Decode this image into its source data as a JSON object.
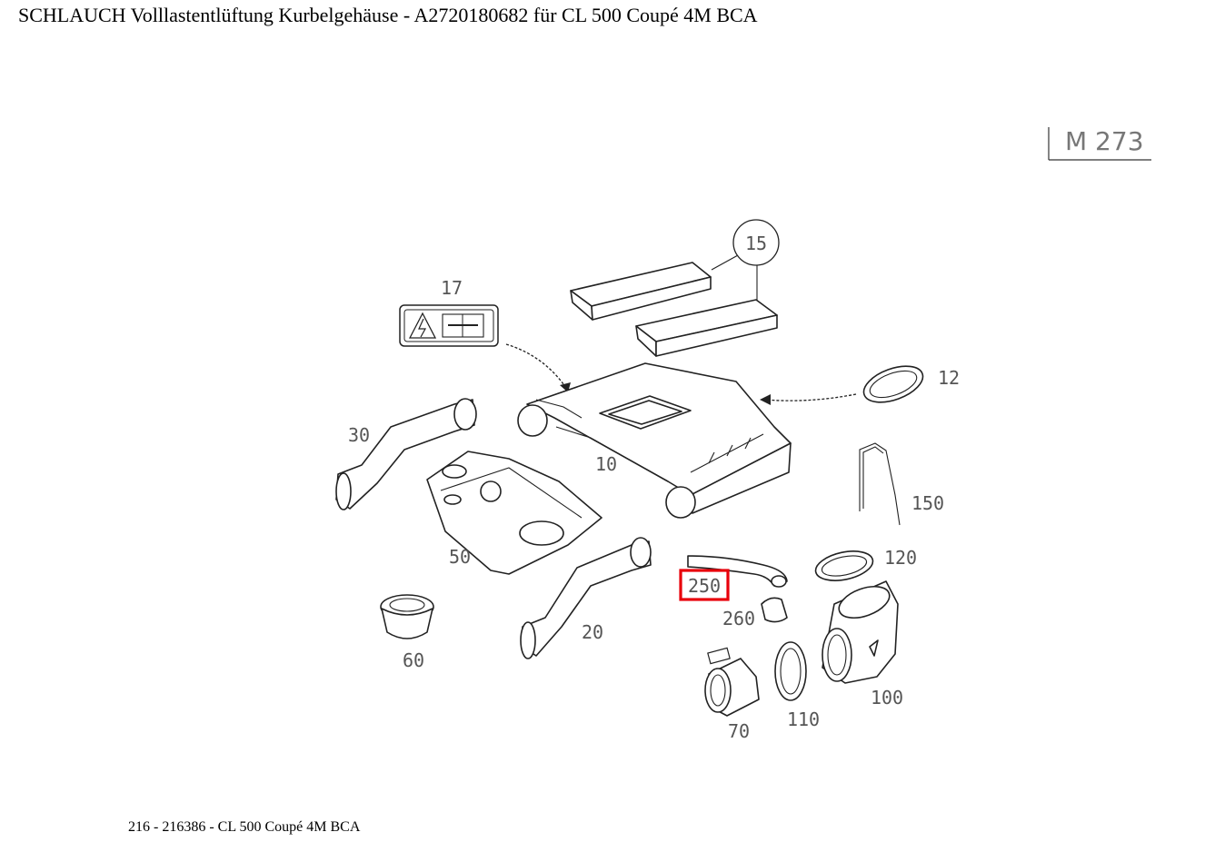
{
  "header": {
    "title": "SCHLAUCH Volllastentlüftung Kurbelgehäuse - A2720180682 für CL 500 Coupé 4M BCA"
  },
  "diagram": {
    "engine_code": "M 273",
    "highlighted_part": "250",
    "highlight_color": "#e8000b",
    "labels": {
      "p15": "15",
      "p17": "17",
      "p12": "12",
      "p30": "30",
      "p10": "10",
      "p150": "150",
      "p50": "50",
      "p120": "120",
      "p250": "250",
      "p260": "260",
      "p60": "60",
      "p20": "20",
      "p100": "100",
      "p110": "110",
      "p70": "70"
    }
  },
  "footer": {
    "text": "216 - 216386 - CL 500 Coupé 4M BCA"
  }
}
